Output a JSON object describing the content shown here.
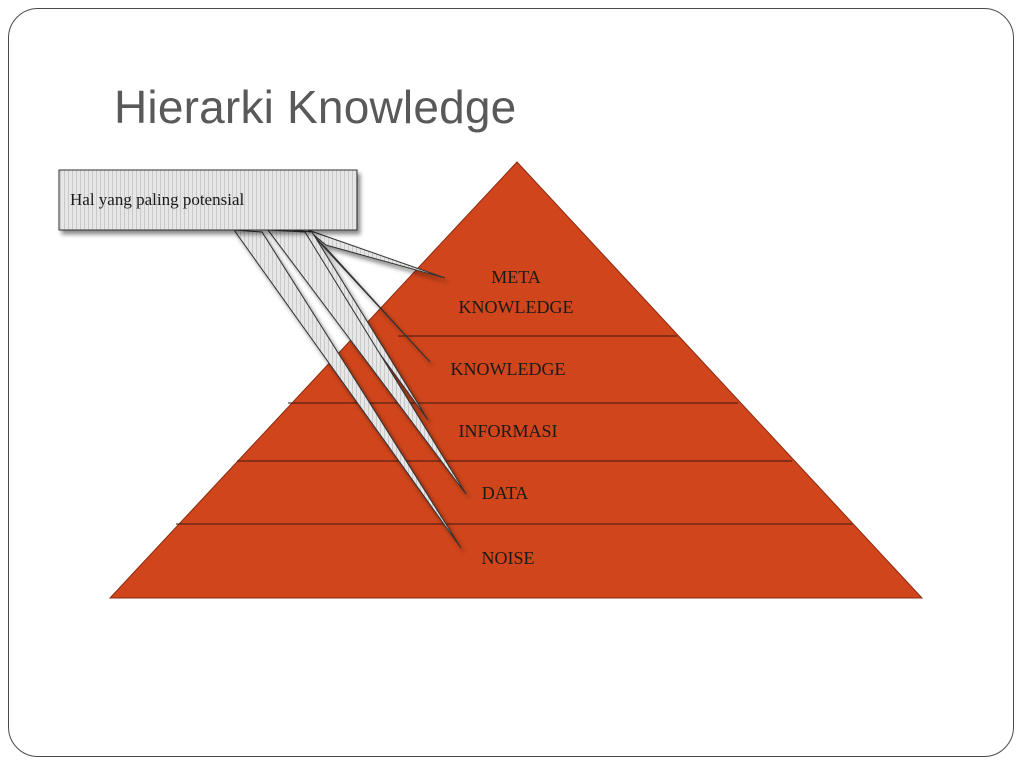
{
  "slide": {
    "title": "Hierarki Knowledge"
  },
  "callout": {
    "text": "Hal yang paling potensial"
  },
  "pyramid": {
    "fill_color": "#D0451B",
    "levels": [
      {
        "lines": [
          "META",
          "KNOWLEDGE"
        ]
      },
      {
        "lines": [
          "KNOWLEDGE"
        ]
      },
      {
        "lines": [
          "INFORMASI"
        ]
      },
      {
        "lines": [
          "DATA"
        ]
      },
      {
        "lines": [
          "NOISE"
        ]
      }
    ]
  }
}
